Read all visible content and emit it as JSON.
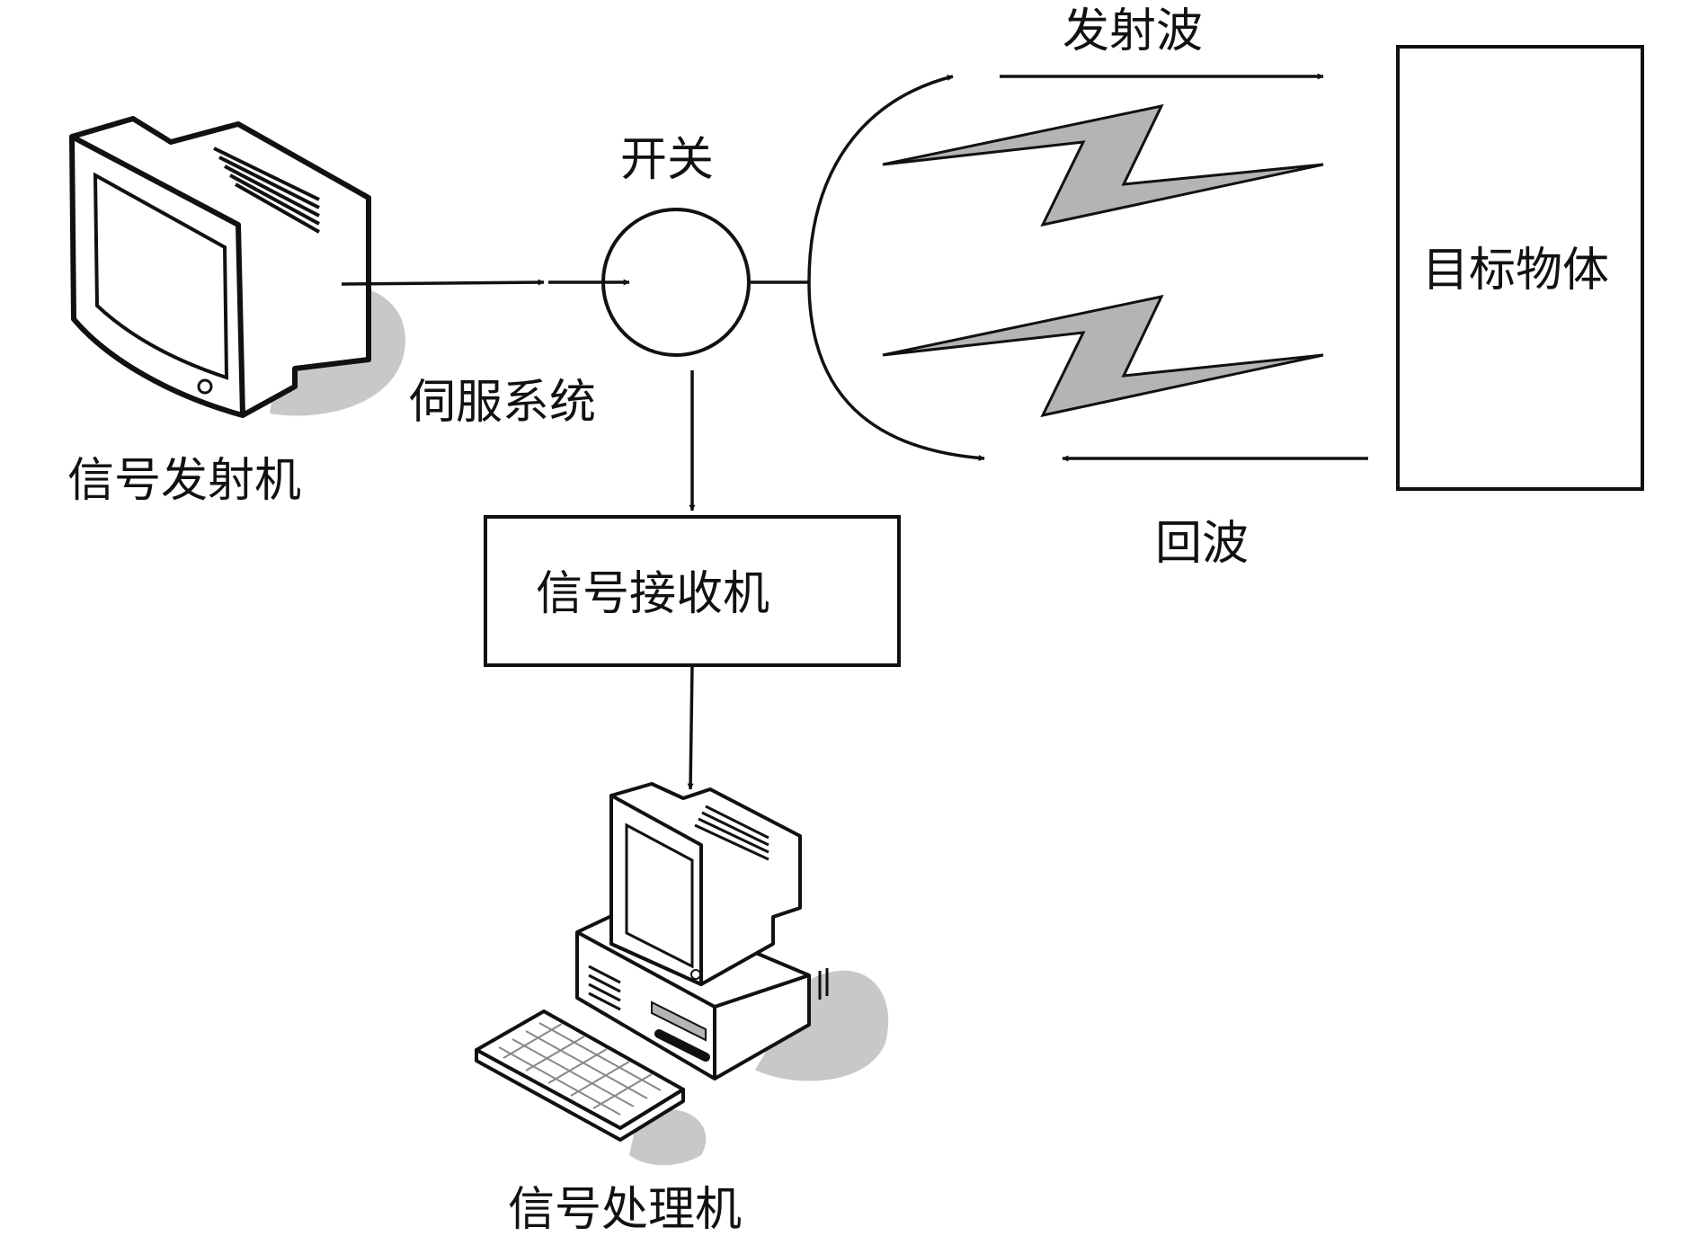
{
  "labels": {
    "transmitter": "信号发射机",
    "servo": "伺服系统",
    "switch": "开关",
    "transmit_wave": "发射波",
    "echo": "回波",
    "target": "目标物体",
    "receiver": "信号接收机",
    "processor": "信号处理机"
  },
  "colors": {
    "line": "#111111",
    "shadow": "#c8c8c8",
    "bolt_fill": "#b4b4b4"
  },
  "icons": {
    "transmitter": "crt-monitor-icon",
    "processor": "desktop-computer-icon"
  }
}
